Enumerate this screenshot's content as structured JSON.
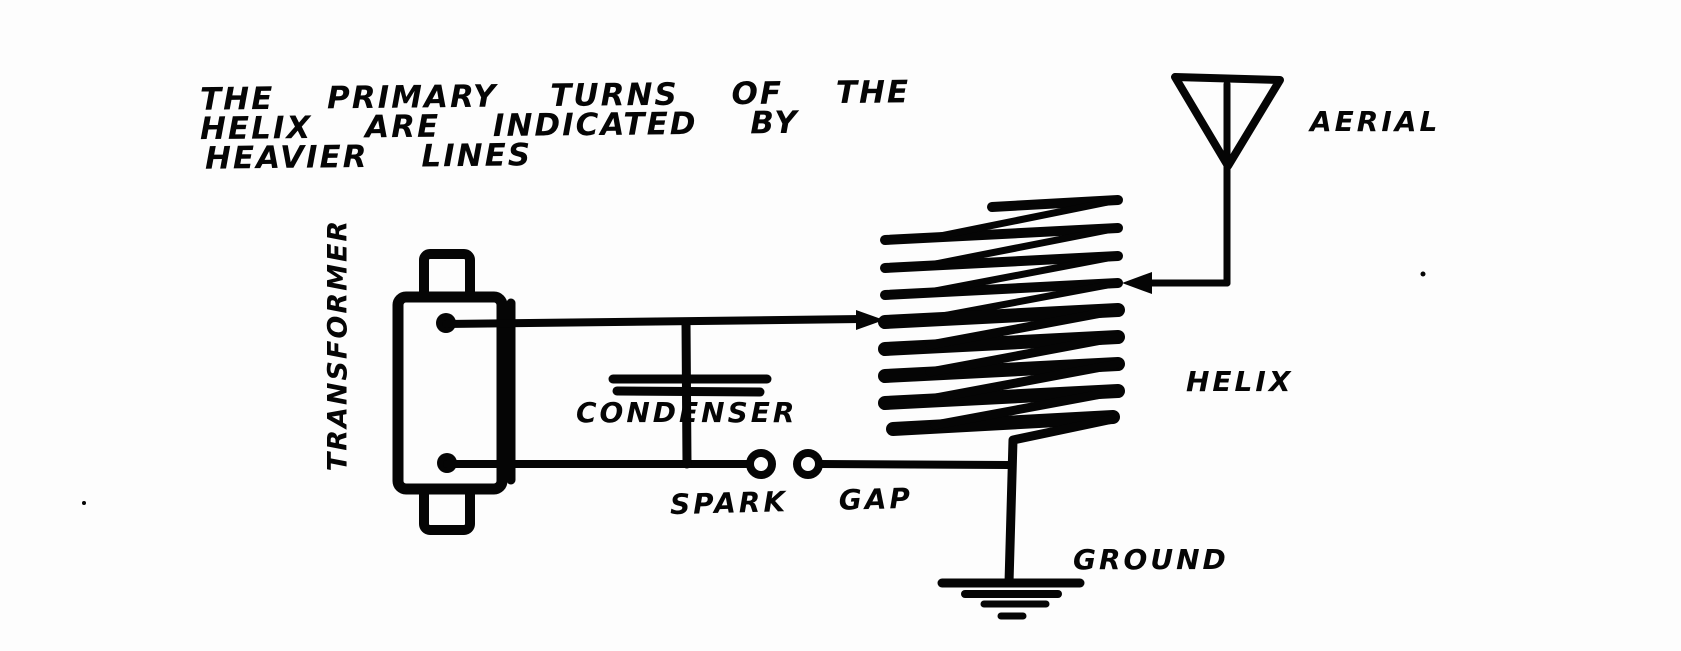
{
  "canvas": {
    "background": "#fdfdfd",
    "ink": "#050505"
  },
  "note": {
    "line1": "THE PRIMARY TURNS OF THE",
    "line2": "HELIX ARE INDICATED BY",
    "line3": "HEAVIER LINES"
  },
  "labels": {
    "transformer": "TRANSFORMER",
    "condenser": "CONDENSER",
    "spark_gap": "SPARK GAP",
    "aerial": "AERIAL",
    "helix": "HELIX",
    "ground": "GROUND"
  }
}
